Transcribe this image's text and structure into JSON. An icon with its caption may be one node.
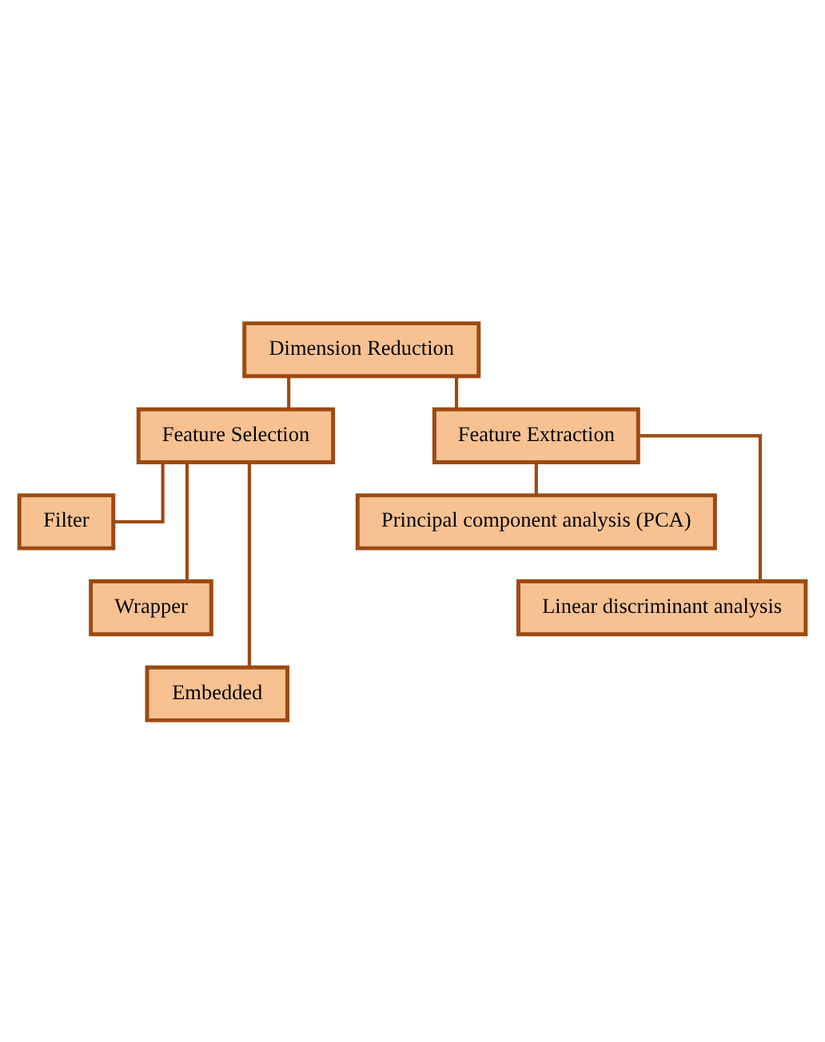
{
  "diagram": {
    "nodes": [
      {
        "text": [
          "Dimension Reduction"
        ]
      },
      {
        "text": [
          "Feature Selection"
        ]
      },
      {
        "text": [
          "Feature Extraction"
        ]
      },
      {
        "text": [
          "Filter"
        ]
      },
      {
        "text": [
          "Wrapper"
        ]
      },
      {
        "text": [
          "Embedded"
        ]
      },
      {
        "text": [
          "Principal component analysis (PCA)"
        ]
      },
      {
        "text": [
          "Linear discriminant analysis"
        ]
      }
    ],
    "edges": [
      {
        "from": 0,
        "to": 1,
        "arrow": "none"
      },
      {
        "from": 0,
        "to": 2,
        "arrow": "none"
      },
      {
        "from": 1,
        "to": 3,
        "arrow": "none"
      },
      {
        "from": 1,
        "to": 4,
        "arrow": "none"
      },
      {
        "from": 1,
        "to": 5,
        "arrow": "none"
      },
      {
        "from": 2,
        "to": 6,
        "arrow": "none"
      },
      {
        "from": 2,
        "to": 7,
        "arrow": "none"
      }
    ]
  }
}
